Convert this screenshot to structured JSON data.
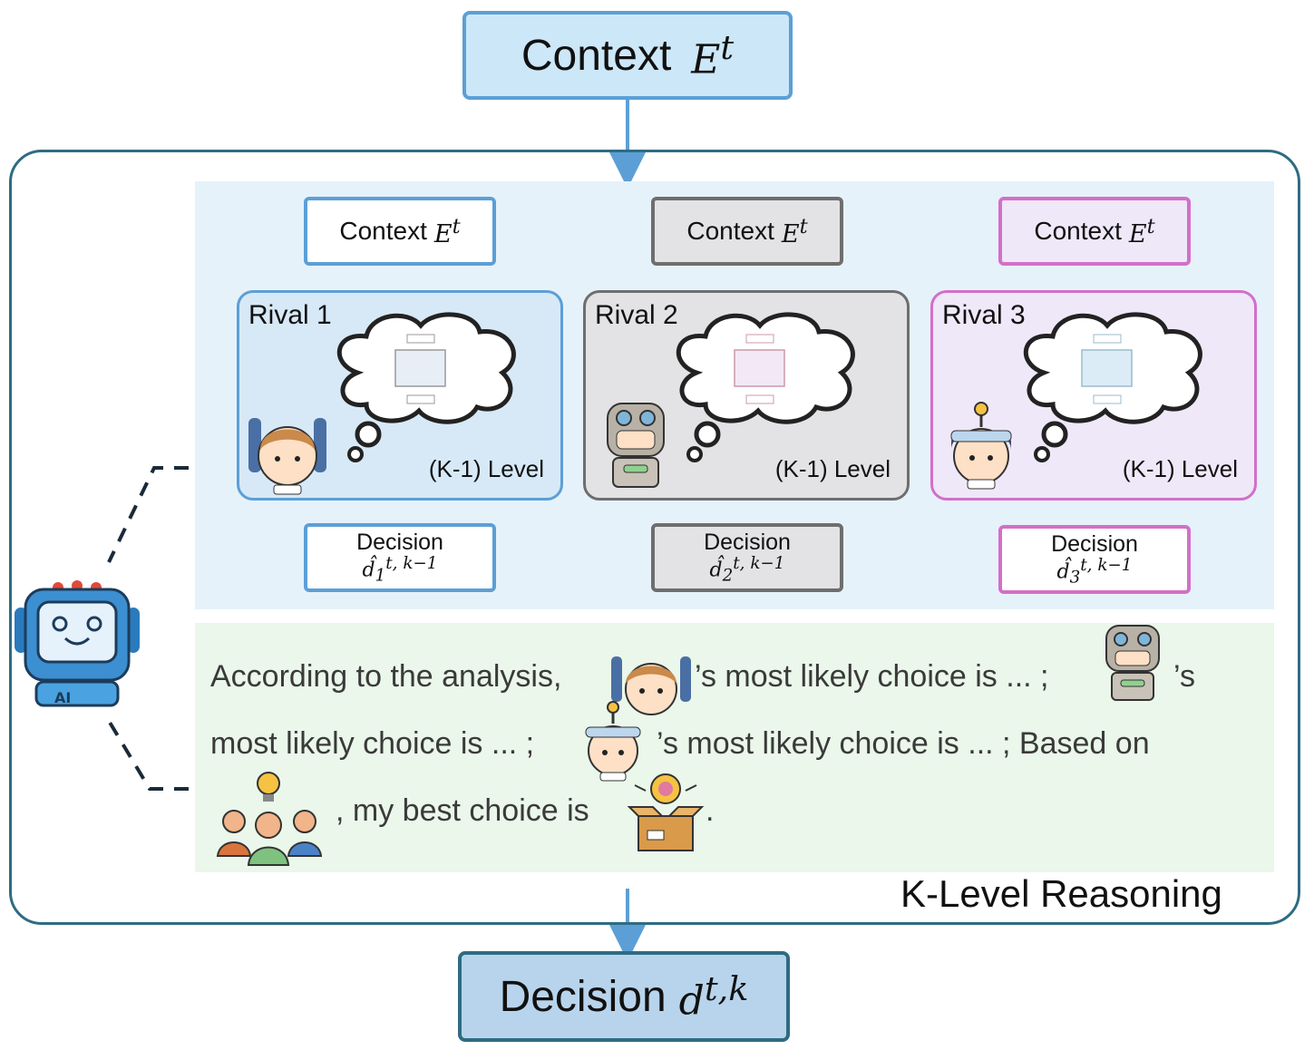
{
  "top_context": {
    "label": "Context",
    "symbol": "E",
    "sup": "t"
  },
  "rivals": [
    {
      "context_label": "Context",
      "context_symbol": "E",
      "context_sup": "t",
      "title": "Rival 1",
      "level": "(K-1) Level",
      "decision_label": "Decision",
      "decision_symbol": "d̂",
      "decision_sup": "t, k−1",
      "decision_sub": "1",
      "color": "#5c9fd6",
      "fill": "#d7e9f7"
    },
    {
      "context_label": "Context",
      "context_symbol": "E",
      "context_sup": "t",
      "title": "Rival 2",
      "level": "(K-1) Level",
      "decision_label": "Decision",
      "decision_symbol": "d̂",
      "decision_sup": "t, k−1",
      "decision_sub": "2",
      "color": "#6e6e6e",
      "fill": "#e3e3e5"
    },
    {
      "context_label": "Context",
      "context_symbol": "E",
      "context_sup": "t",
      "title": "Rival 3",
      "level": "(K-1) Level",
      "decision_label": "Decision",
      "decision_symbol": "d̂",
      "decision_sup": "t, k−1",
      "decision_sub": "3",
      "color": "#d36fc9",
      "fill": "#efe8f8"
    }
  ],
  "reasoning": {
    "line1_a": "According to the analysis,",
    "line1_b": "’s most likely choice is ... ;",
    "line1_c": "’s",
    "line2_a": "most likely choice is ... ;",
    "line2_b": "’s most likely choice is ... ; Based on",
    "line3_a": ", my best choice is",
    "line3_b": "."
  },
  "panel_label": "K-Level Reasoning",
  "bottom_decision": {
    "label": "Decision",
    "symbol": "d",
    "sup": "t,k"
  },
  "icons": [
    "ai-robot-icon",
    "boy-robot-icon",
    "grey-robot-icon",
    "girl-robot-icon",
    "team-idea-icon",
    "idea-box-icon",
    "thought-cloud-icon"
  ]
}
